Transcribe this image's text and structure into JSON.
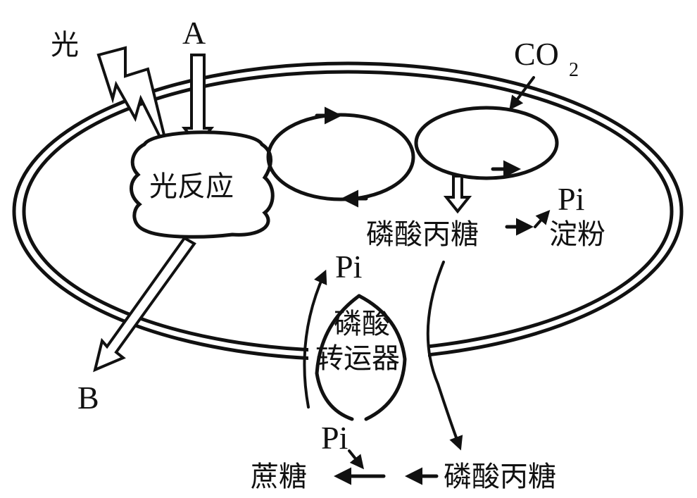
{
  "labels": {
    "light": "光",
    "a": "A",
    "b": "B",
    "co2_main": "CO",
    "co2_sub": "2",
    "light_reaction": "光反应",
    "triose_phosphate_inside": "磷酸丙糖",
    "pi_starch": "Pi",
    "starch": "淀粉",
    "pi_transporter": "Pi",
    "transporter_line1": "磷酸",
    "transporter_line2": "转运器",
    "pi_sucrose": "Pi",
    "sucrose": "蔗糖",
    "triose_phosphate_outside": "磷酸丙糖"
  }
}
